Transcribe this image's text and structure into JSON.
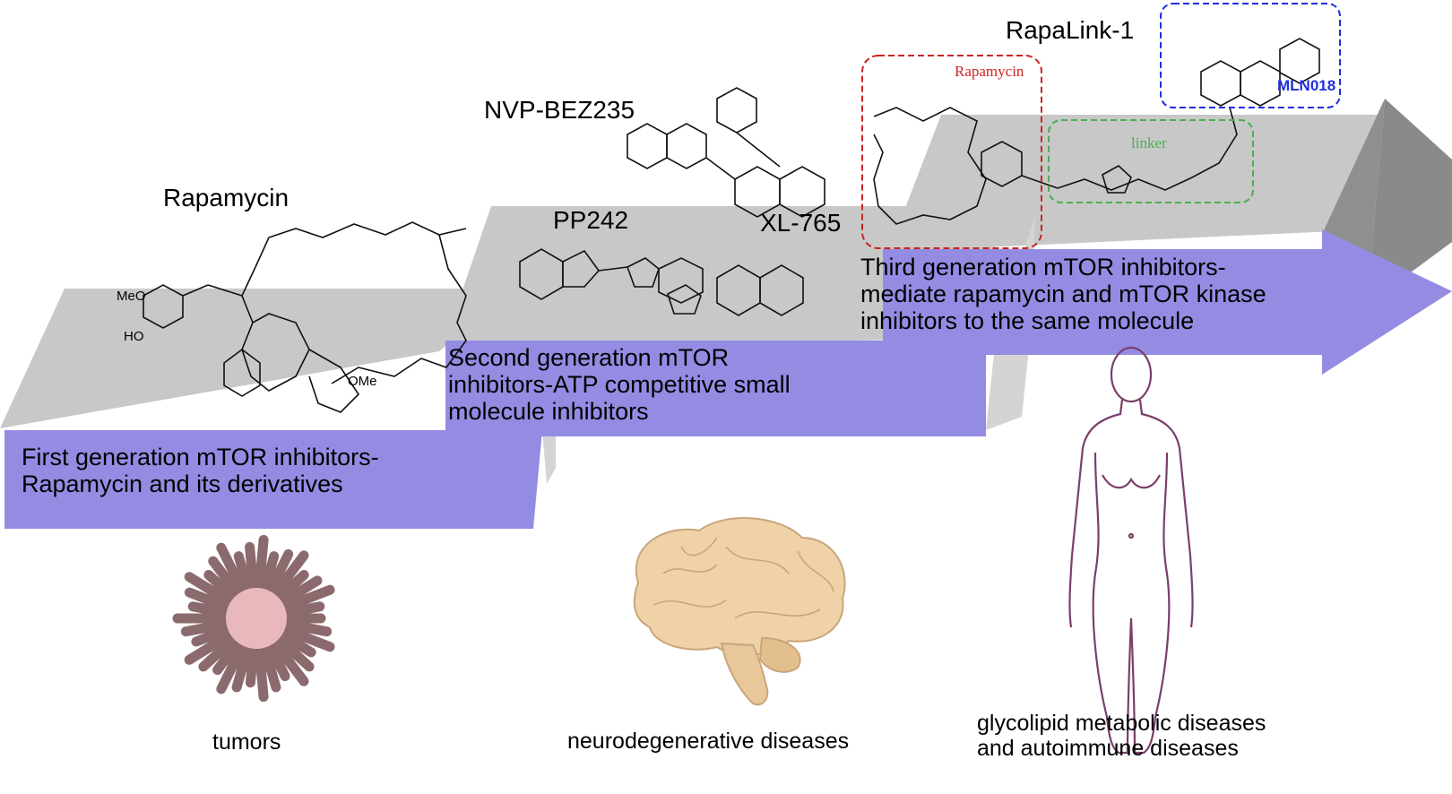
{
  "colors": {
    "step_top": "#c8c8c8",
    "step_side": "#d6d6d6",
    "band": "#948ce3",
    "box_red": "#cc2222",
    "box_green": "#4caf50",
    "box_blue": "#1f2fe0",
    "brain": "#efd2a8",
    "tumor": "#8b6a6e",
    "body_outline": "#7a3f6a"
  },
  "stages": [
    {
      "label": "First generation mTOR inhibitors-\nRapamycin and its derivatives"
    },
    {
      "label": "Second generation mTOR\ninhibitors-ATP competitive small\nmolecule inhibitors"
    },
    {
      "label": "Third generation mTOR inhibitors-\nmediate rapamycin and mTOR kinase\ninhibitors to the same molecule"
    }
  ],
  "compounds": {
    "rapamycin": "Rapamycin",
    "nvp": "NVP-BEZ235",
    "pp242": "PP242",
    "xl765": "XL-765",
    "rapalink": "RapaLink-1"
  },
  "rapalink_parts": {
    "rapamycin": "Rapamycin",
    "linker": "linker",
    "mln": "MLN018"
  },
  "diseases": [
    {
      "label": "tumors",
      "icon": "tumor-icon"
    },
    {
      "label": "neurodegenerative diseases",
      "icon": "brain-icon"
    },
    {
      "label": "glycolipid metabolic diseases\nand autoimmune diseases",
      "icon": "human-body-icon"
    }
  ]
}
